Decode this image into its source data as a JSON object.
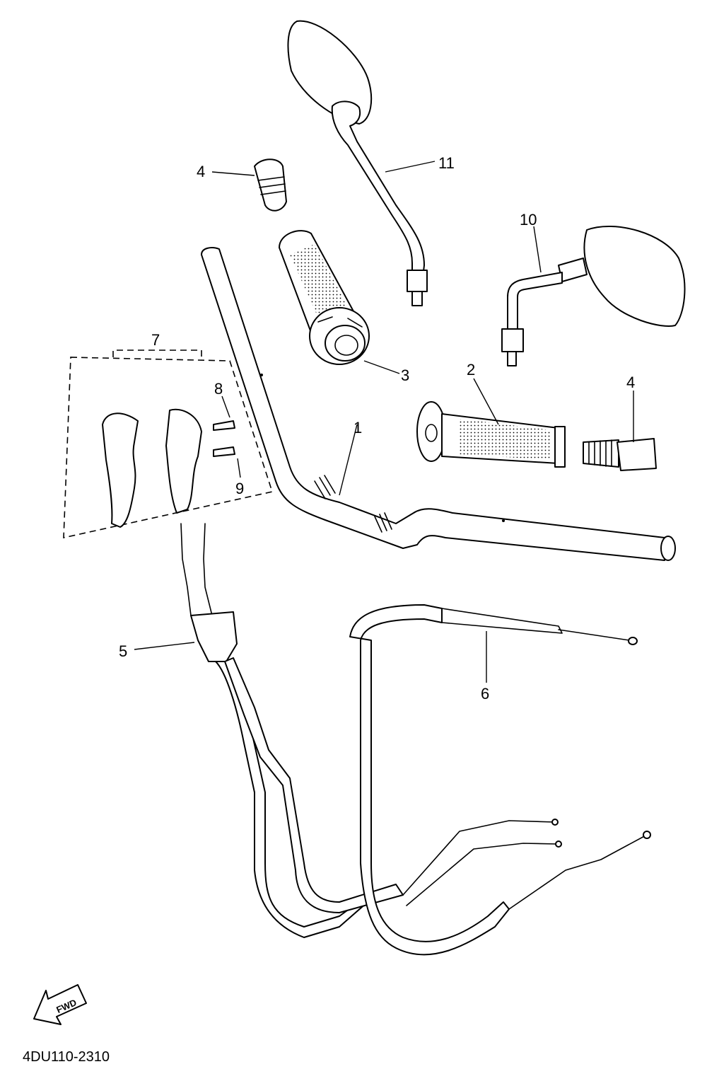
{
  "diagram": {
    "callouts": {
      "c1": "1",
      "c2": "2",
      "c3": "3",
      "c4a": "4",
      "c4b": "4",
      "c5": "5",
      "c6": "6",
      "c7": "7",
      "c8": "8",
      "c9": "9",
      "c10": "10",
      "c11": "11"
    },
    "direction_label": "FWD",
    "drawing_code": "4DU110-2310"
  }
}
